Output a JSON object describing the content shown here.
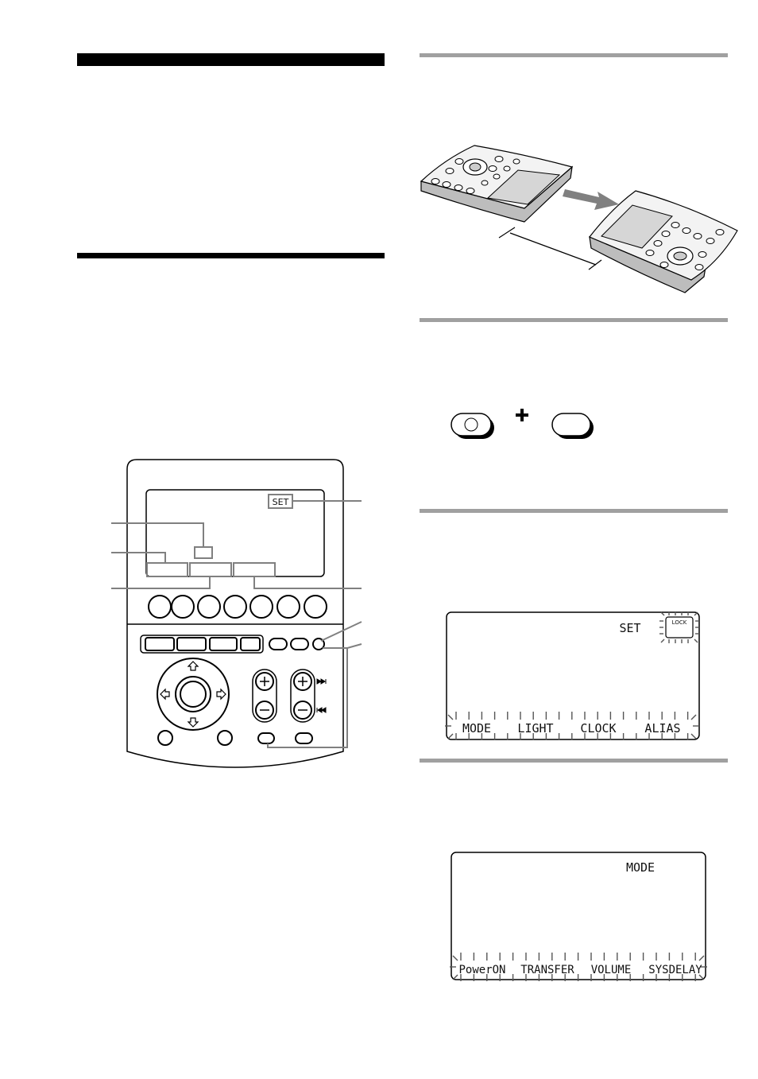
{
  "remote_diagram": {
    "set_indicator": "SET",
    "icons": [
      "plus-icon",
      "minus-icon",
      "skip-forward-icon",
      "skip-back-icon",
      "arrow-up-icon",
      "arrow-down-icon",
      "arrow-left-icon",
      "arrow-right-icon"
    ]
  },
  "transfer_diagram": {
    "icons": [
      "remote-control-icon",
      "transfer-arrow-icon",
      "remote-control-icon"
    ]
  },
  "key_combo": {
    "icons": [
      "round-button-icon",
      "plus-icon",
      "oval-button-icon"
    ]
  },
  "lcd_set_menu": {
    "indicator": "SET",
    "lock_label": "LOCK",
    "softkeys": [
      "MODE",
      "LIGHT",
      "CLOCK",
      "ALIAS"
    ]
  },
  "lcd_mode_menu": {
    "indicator": "MODE",
    "softkeys": [
      "PowerON",
      "TRANSFER",
      "VOLUME",
      "SYSDELAY"
    ]
  },
  "colors": {
    "heading_bar": "#000000",
    "section_rule": "#a0a0a0",
    "callout_line": "#808080"
  }
}
